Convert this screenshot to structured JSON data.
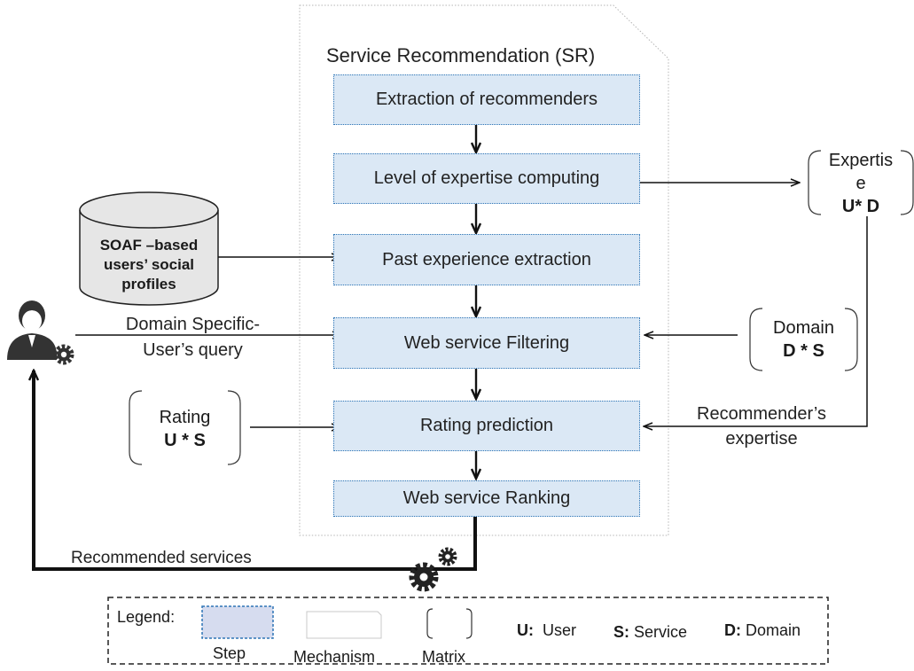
{
  "sr_title": "Service Recommendation (SR)",
  "steps": [
    "Extraction of recommenders",
    "Level of expertise computing",
    "Past experience extraction",
    "Web service Filtering",
    "Rating prediction",
    "Web service Ranking"
  ],
  "database": {
    "lines": [
      "SOAF –based",
      "users’ social",
      "profiles"
    ]
  },
  "user_query": {
    "line1": "Domain Specific-",
    "line2": "User’s query"
  },
  "matrices": {
    "expertise": {
      "label_1": "Expertis",
      "label_2": "e",
      "dims": "U* D"
    },
    "domain": {
      "label": "Domain",
      "dims": "D * S"
    },
    "rating": {
      "label": "Rating",
      "dims": "U * S"
    }
  },
  "recommender_expertise": {
    "line1": "Recommender’s",
    "line2": "expertise"
  },
  "recommended_services": "Recommended services",
  "legend": {
    "title": "Legend:",
    "step": "Step",
    "mechanism": "Mechanism",
    "matrix": "Matrix",
    "u_key": "U:",
    "u_value": "User",
    "s_key": "S:",
    "s_value": "Service",
    "d_key": "D:",
    "d_value": "Domain"
  },
  "colors": {
    "step_fill": "#dbe8f5",
    "step_border": "#2e75b6",
    "legend_step_fill": "#d6dcef"
  }
}
